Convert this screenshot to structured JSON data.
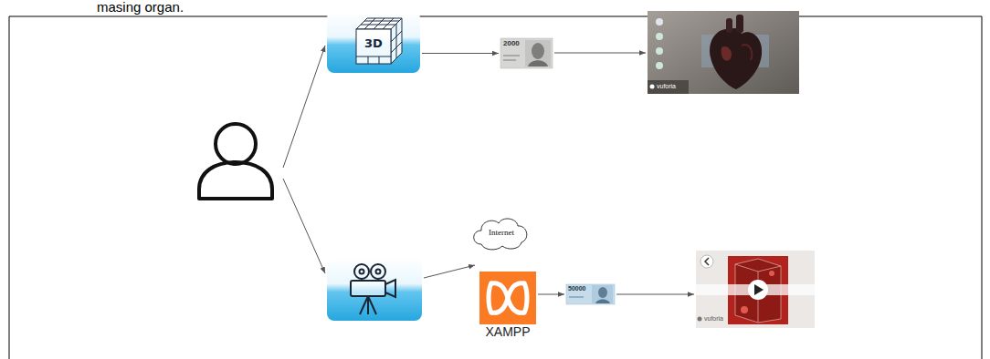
{
  "diagram": {
    "nodes": [
      {
        "text": [
          "3D"
        ]
      },
      {
        "text": [
          "2000"
        ]
      },
      {
        "text": [
          "Internet"
        ]
      },
      {
        "text": [
          "XAMPP"
        ]
      },
      {
        "text": [
          "50000"
        ]
      }
    ],
    "edges": [
      {
        "from": 0,
        "to": 1,
        "arrow": "to"
      },
      {
        "from": 3,
        "to": 4,
        "arrow": "to"
      }
    ],
    "labels": [
      "masing organ.",
      "vuforia",
      "vuforia"
    ]
  }
}
